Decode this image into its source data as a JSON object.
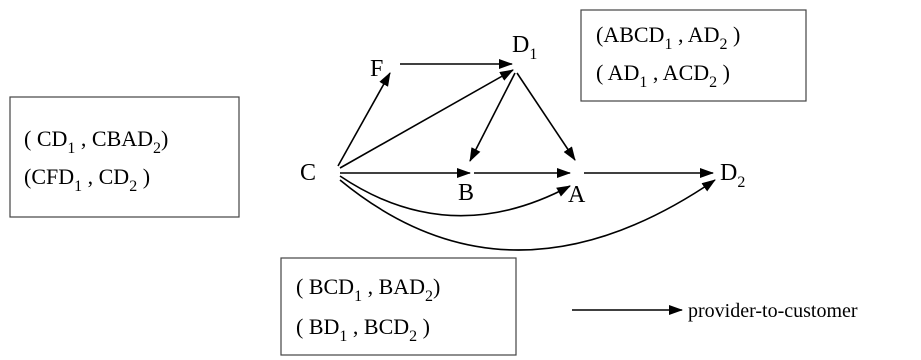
{
  "nodes": {
    "C": {
      "label": "C",
      "sub": ""
    },
    "F": {
      "label": "F",
      "sub": ""
    },
    "D1": {
      "label": "D",
      "sub": "1"
    },
    "B": {
      "label": "B",
      "sub": ""
    },
    "A": {
      "label": "A",
      "sub": ""
    },
    "D2": {
      "label": "D",
      "sub": "2"
    }
  },
  "edges": [
    {
      "from": "C",
      "to": "F"
    },
    {
      "from": "F",
      "to": "D1"
    },
    {
      "from": "C",
      "to": "D1"
    },
    {
      "from": "C",
      "to": "B"
    },
    {
      "from": "D1",
      "to": "B"
    },
    {
      "from": "D1",
      "to": "A"
    },
    {
      "from": "B",
      "to": "A"
    },
    {
      "from": "A",
      "to": "D2"
    },
    {
      "from": "C",
      "to": "A",
      "curved": true
    },
    {
      "from": "C",
      "to": "D2",
      "curved": true
    }
  ],
  "path_boxes": {
    "C": {
      "line1": [
        "(  CD",
        "1",
        " , CBAD",
        "2",
        ")"
      ],
      "line2": [
        "(CFD",
        "1",
        " , CD",
        "2",
        "    )"
      ]
    },
    "A": {
      "line1": [
        "(ABCD",
        "1",
        " , AD",
        "2",
        " )"
      ],
      "line2": [
        "(  AD",
        "1",
        " , ACD",
        "2",
        " )"
      ]
    },
    "B": {
      "line1": [
        "( BCD",
        "1",
        " , BAD",
        "2",
        ")"
      ],
      "line2": [
        "( BD",
        "1",
        " , BCD",
        "2",
        " )"
      ]
    }
  },
  "legend": {
    "label": "provider-to-customer"
  }
}
